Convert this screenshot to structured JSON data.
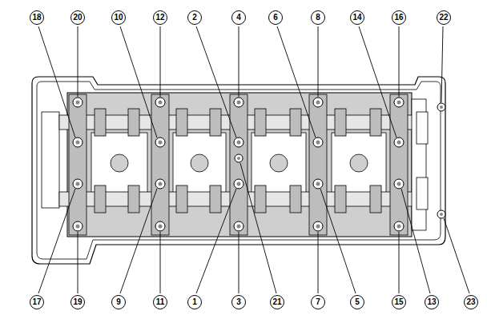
{
  "diagram": {
    "labels": [
      "18",
      "20",
      "10",
      "12",
      "2",
      "4",
      "6",
      "8",
      "14",
      "16",
      "22",
      "17",
      "19",
      "9",
      "11",
      "1",
      "3",
      "21",
      "7",
      "5",
      "15",
      "13",
      "23"
    ]
  }
}
